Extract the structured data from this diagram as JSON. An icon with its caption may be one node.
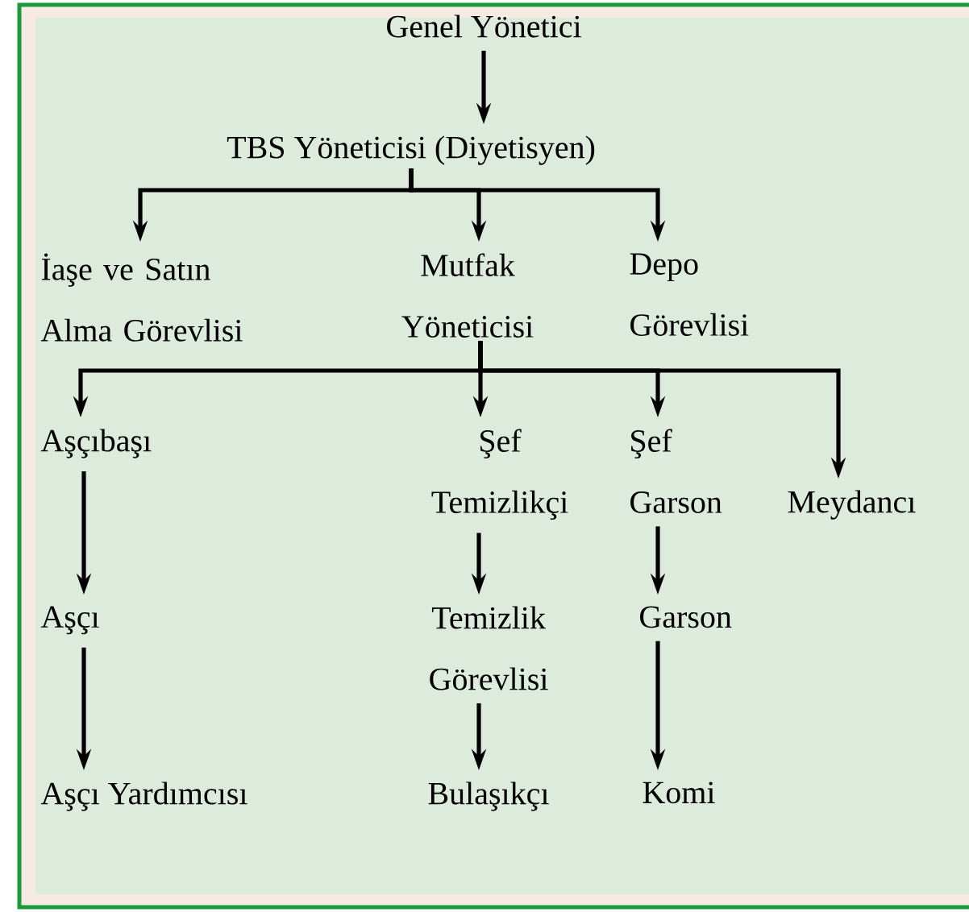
{
  "diagram": {
    "nodes": [
      {
        "text": [
          "Genel Yönetici"
        ]
      },
      {
        "text": [
          "TBS Yöneticisi (Diyetisyen)"
        ]
      },
      {
        "text": [
          "İaşe ve Satın Alma Görevlisi"
        ]
      },
      {
        "text": [
          "Mutfak Yöneticisi"
        ]
      },
      {
        "text": [
          "Depo Görevlisi"
        ]
      },
      {
        "text": [
          "Aşçıbaşı"
        ]
      },
      {
        "text": [
          "Şef Temizlikçi"
        ]
      },
      {
        "text": [
          "Şef Garson"
        ]
      },
      {
        "text": [
          "Meydancı"
        ]
      },
      {
        "text": [
          "Aşçı"
        ]
      },
      {
        "text": [
          "Temizlik Görevlisi"
        ]
      },
      {
        "text": [
          "Garson"
        ]
      },
      {
        "text": [
          "Aşçı Yardımcısı"
        ]
      },
      {
        "text": [
          "Bulaşıkçı"
        ]
      },
      {
        "text": [
          "Komi"
        ]
      }
    ],
    "edges": [
      {
        "from": 0,
        "to": 1,
        "arrow": "to"
      },
      {
        "from": 1,
        "to": 2,
        "arrow": "to"
      },
      {
        "from": 1,
        "to": 3,
        "arrow": "to"
      },
      {
        "from": 1,
        "to": 4,
        "arrow": "to"
      },
      {
        "from": 3,
        "to": 5,
        "arrow": "to"
      },
      {
        "from": 3,
        "to": 6,
        "arrow": "to"
      },
      {
        "from": 3,
        "to": 7,
        "arrow": "to"
      },
      {
        "from": 3,
        "to": 8,
        "arrow": "to"
      },
      {
        "from": 5,
        "to": 9,
        "arrow": "to"
      },
      {
        "from": 9,
        "to": 12,
        "arrow": "to"
      },
      {
        "from": 6,
        "to": 10,
        "arrow": "to"
      },
      {
        "from": 10,
        "to": 13,
        "arrow": "to"
      },
      {
        "from": 7,
        "to": 11,
        "arrow": "to"
      },
      {
        "from": 11,
        "to": 14,
        "arrow": "to"
      }
    ]
  }
}
